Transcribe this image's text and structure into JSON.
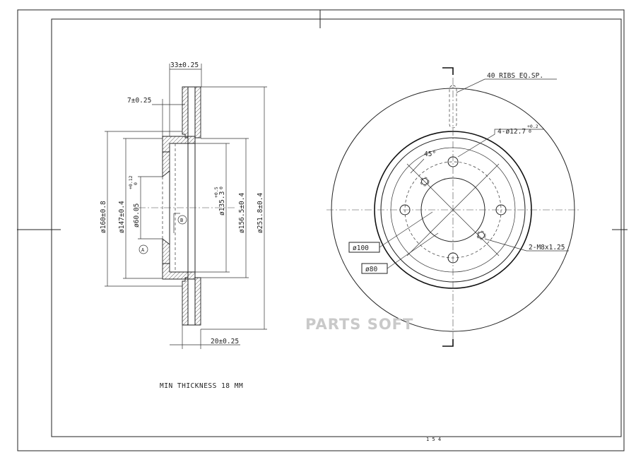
{
  "drawing": {
    "section_view": {
      "dims": {
        "hub_width": "33±0.25",
        "flange": "7±0.25",
        "friction_width": "20±0.25",
        "d160": "ø160±0.8",
        "d147": "ø147±0.4",
        "d60": "ø60.05",
        "d60_tol": "+0.12",
        "d60_tol_low": "0",
        "d135": "ø135.3",
        "d135_tol": "+0.5",
        "d135_tol_low": "0",
        "d156": "ø156.5±0.4",
        "d251": "ø251.8±0.4"
      },
      "datums": {
        "a": "A",
        "b": "B"
      }
    },
    "front_view": {
      "ribs": "40 RIBS EQ.SP.",
      "holes": "4-ø12.7",
      "holes_tol": "+0.2",
      "holes_tol_low": "0",
      "angle": "45°",
      "threads": "2-M8x1.25",
      "pcd": "ø100",
      "pilot": "ø80"
    },
    "note": "MIN THICKNESS 18 MM",
    "stamp": "1 5 4"
  },
  "watermark": "PARTS SOFT",
  "colors": {
    "line": "#222222",
    "watermark": "#c9c9c9",
    "paper": "#ffffff"
  }
}
